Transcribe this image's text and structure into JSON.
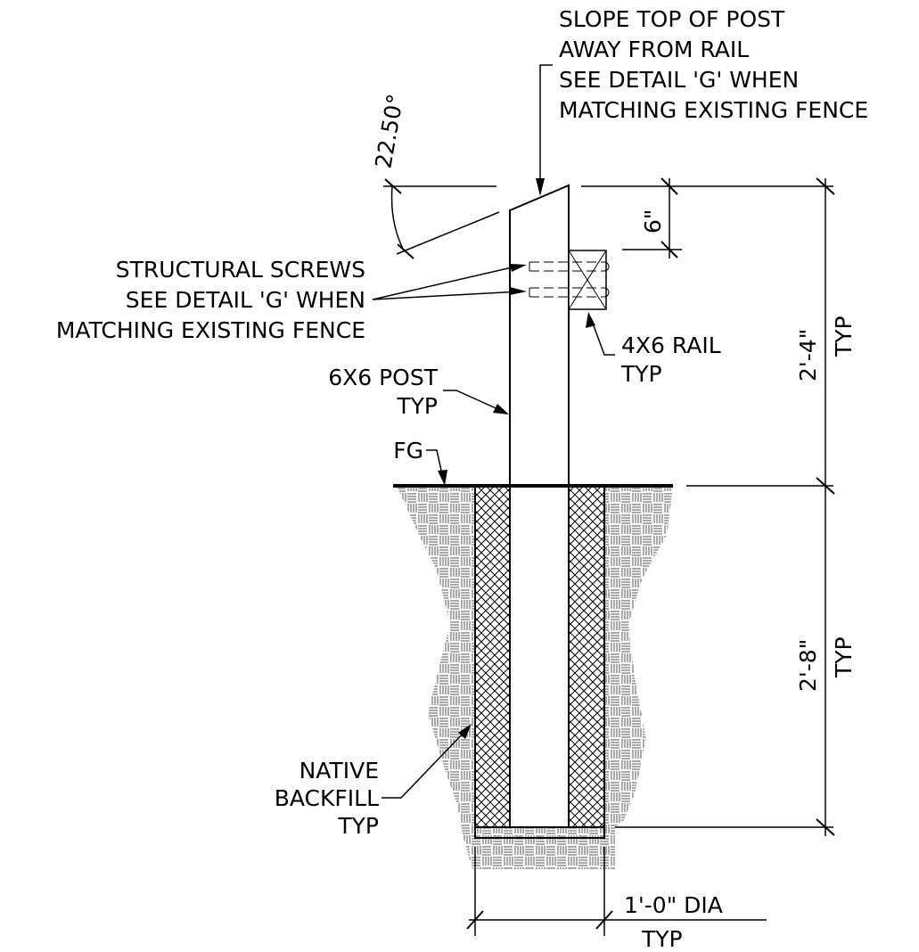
{
  "labels": {
    "slope_note": [
      "SLOPE TOP OF POST",
      "AWAY FROM RAIL",
      "SEE DETAIL 'G' WHEN",
      "MATCHING EXISTING FENCE"
    ],
    "angle": "22.50°",
    "six_inch": "6\"",
    "screws_note": [
      "STRUCTURAL SCREWS",
      "SEE DETAIL 'G' WHEN",
      "MATCHING EXISTING FENCE"
    ],
    "rail": [
      "4X6 RAIL",
      "TYP"
    ],
    "post": [
      "6X6 POST",
      "TYP"
    ],
    "fg": "FG",
    "backfill": [
      "NATIVE",
      "BACKFILL",
      "TYP"
    ],
    "dim_upper": [
      "2'-4\"",
      "TYP"
    ],
    "dim_lower": [
      "2'-8\"",
      "TYP"
    ],
    "dim_dia": [
      "1'-0\" DIA",
      "TYP"
    ]
  }
}
